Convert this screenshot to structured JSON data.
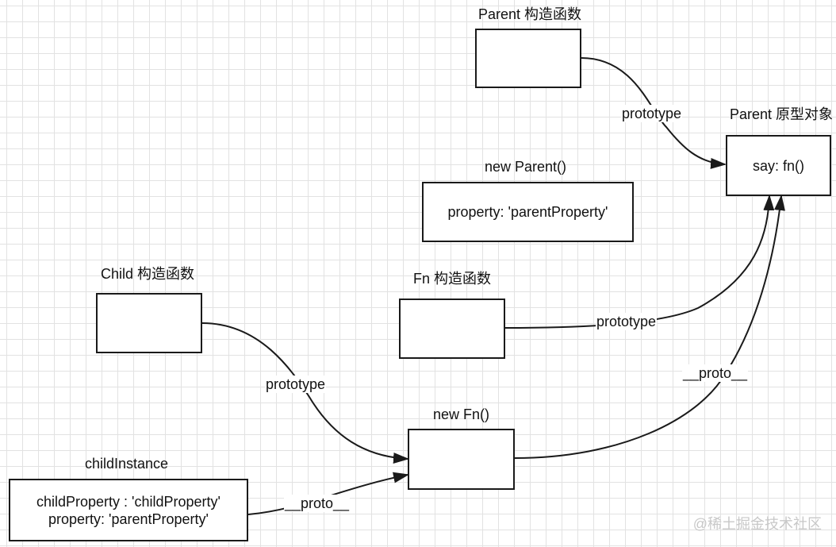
{
  "nodes": {
    "parent_ctor": {
      "title": "Parent 构造函数",
      "lines": []
    },
    "parent_proto": {
      "title": "Parent 原型对象",
      "lines": [
        "say: fn()"
      ]
    },
    "new_parent": {
      "title": "new Parent()",
      "lines": [
        "property: 'parentProperty'"
      ]
    },
    "child_ctor": {
      "title": "Child 构造函数",
      "lines": []
    },
    "fn_ctor": {
      "title": "Fn 构造函数",
      "lines": []
    },
    "new_fn": {
      "title": "new Fn()",
      "lines": []
    },
    "child_instance": {
      "title": "childInstance",
      "lines": [
        "childProperty : 'childProperty'",
        "property: 'parentProperty'"
      ]
    }
  },
  "edges": {
    "parent_ctor_to_proto": "prototype",
    "fn_ctor_to_proto": "prototype",
    "child_ctor_to_new_fn": "prototype",
    "new_fn_to_proto": "__proto__",
    "child_instance_to_new_fn": "__proto__"
  },
  "watermark": "@稀土掘金技术社区"
}
